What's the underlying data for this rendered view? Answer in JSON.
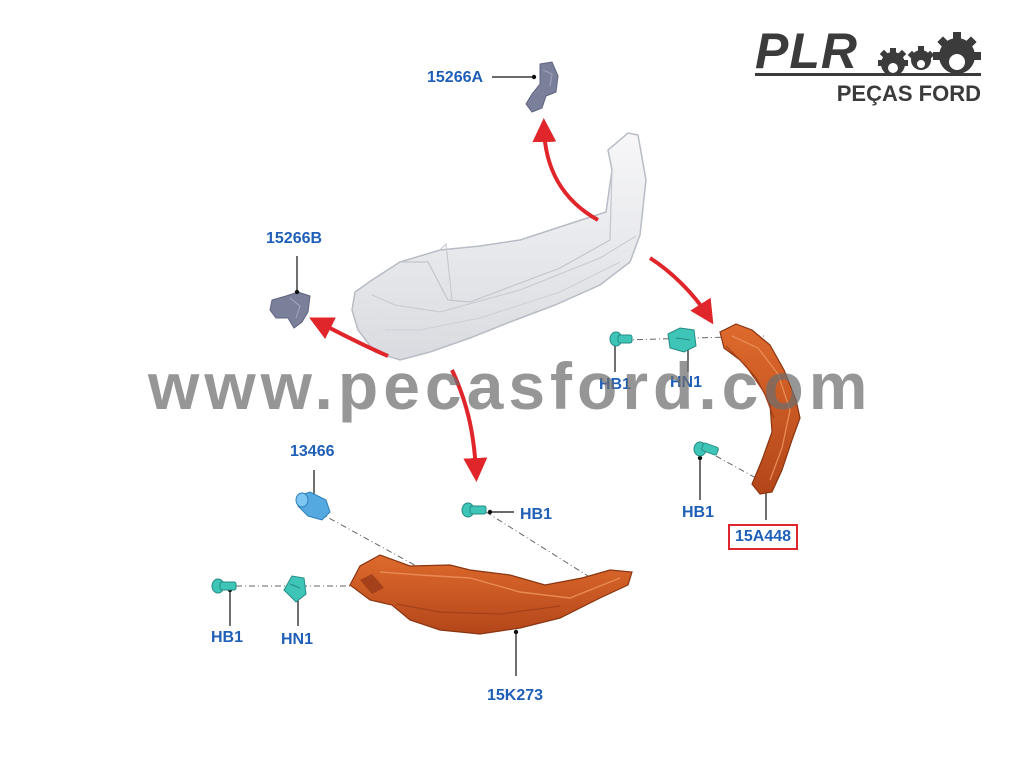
{
  "logo": {
    "brand": "PLR",
    "subtitle": "PEÇAS FORD"
  },
  "watermark": "www.pecasford.com",
  "labels": {
    "p15266A": "15266A",
    "p15266B": "15266B",
    "p13466": "13466",
    "hb1_center": "HB1",
    "hb1_left": "HB1",
    "hn1_left": "HN1",
    "p15K273": "15K273",
    "hb1_right_top": "HB1",
    "hn1_right": "HN1",
    "hb1_right_bottom": "HB1",
    "p15A448": "15A448"
  },
  "colors": {
    "label_text": "#1f5fb8",
    "arrow": "#e0262a",
    "part_orange": "#c9541b",
    "fastener": "#3fc4b8",
    "bracket": "#7a7f9a",
    "highlight_box": "#e0262a"
  }
}
